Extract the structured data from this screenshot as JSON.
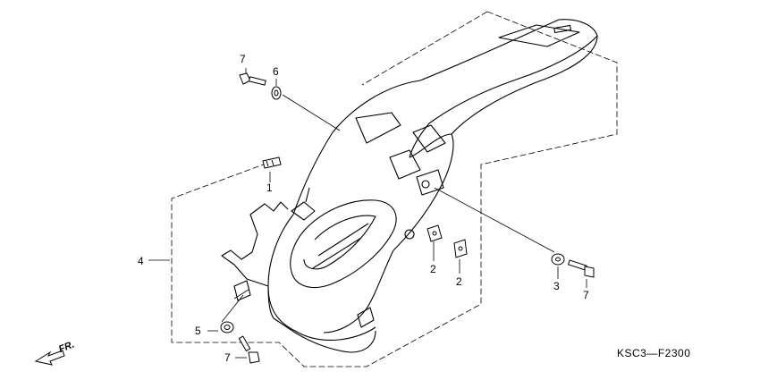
{
  "diagram_code": "KSC3—F2300",
  "front_indicator": "FR.",
  "callouts": {
    "c1": "1",
    "c2a": "2",
    "c2b": "2",
    "c3": "3",
    "c4": "4",
    "c5": "5",
    "c6": "6",
    "c7a": "7",
    "c7b": "7",
    "c7c": "7"
  },
  "part_icons": {
    "fender": "rear-fender-icon",
    "bolt": "flange-bolt-icon",
    "washer": "washer-icon",
    "clip_nut": "clip-nut-icon",
    "collar": "collar-icon",
    "rubber_pad": "rubber-pad-icon",
    "arrow": "front-arrow-icon"
  },
  "colors": {
    "line": "#000000",
    "background": "#ffffff"
  }
}
